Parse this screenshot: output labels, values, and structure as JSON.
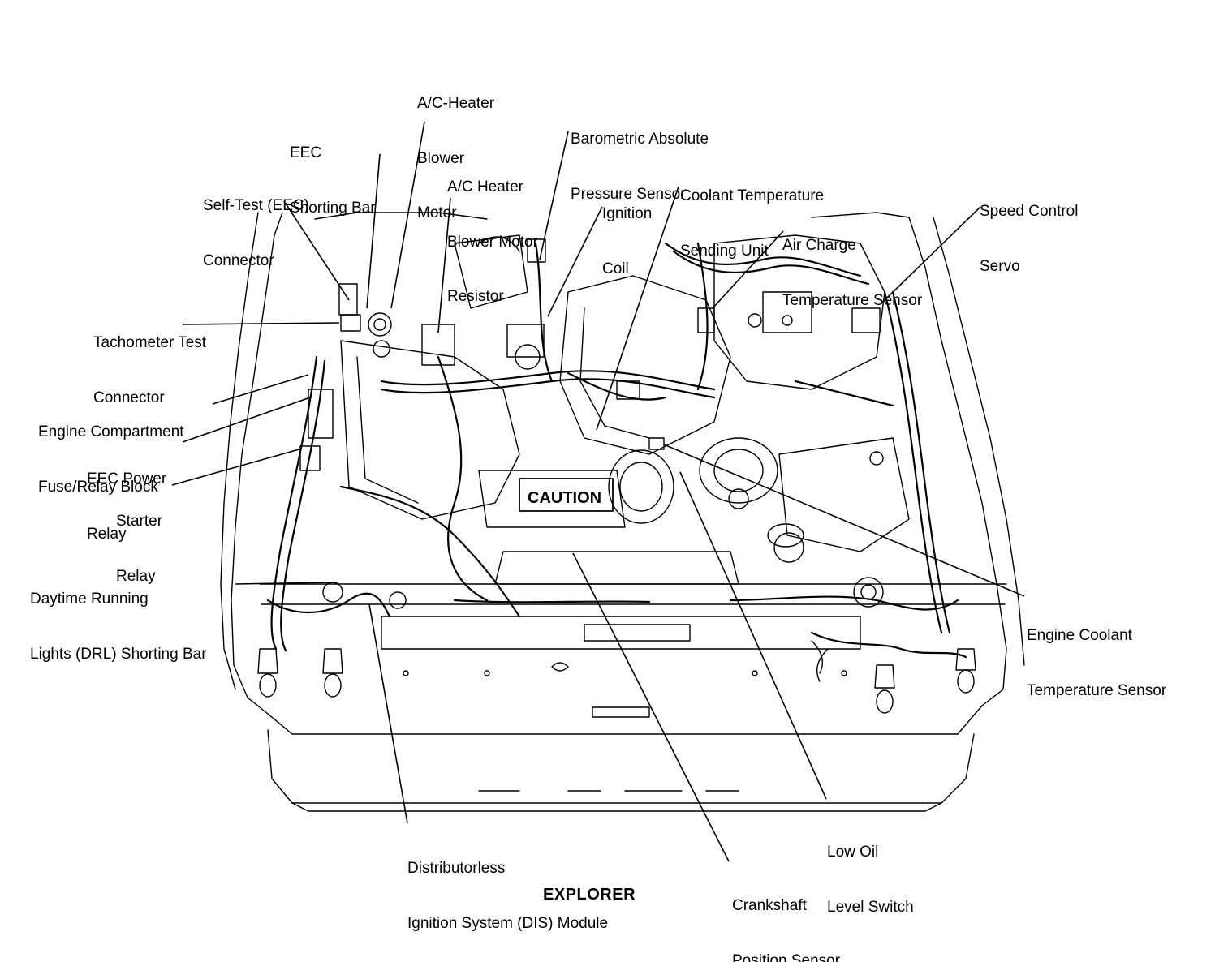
{
  "caption": "EXPLORER",
  "stencil_text": "CAUTION",
  "labels": [
    {
      "id": "ac-heater-blower-motor",
      "lines": [
        "A/C-Heater",
        "Blower",
        "Motor"
      ]
    },
    {
      "id": "eec-shorting-bar",
      "lines": [
        "EEC",
        "Shorting Bar"
      ]
    },
    {
      "id": "barometric-absolute-pressure-sensor",
      "lines": [
        "Barometric Absolute",
        "Pressure Sensor"
      ]
    },
    {
      "id": "ac-heater-blower-motor-resistor",
      "lines": [
        "A/C Heater",
        "Blower Motor",
        "Resistor"
      ]
    },
    {
      "id": "self-test-eec-connector",
      "lines": [
        "Self-Test (EEC)",
        "Connector"
      ]
    },
    {
      "id": "ignition-coil",
      "lines": [
        "Ignition",
        "Coil"
      ]
    },
    {
      "id": "coolant-temperature-sending-unit",
      "lines": [
        "Coolant Temperature",
        "Sending Unit"
      ]
    },
    {
      "id": "speed-control-servo",
      "lines": [
        "Speed Control",
        "Servo"
      ]
    },
    {
      "id": "air-charge-temperature-sensor",
      "lines": [
        "Air Charge",
        "Temperature Sensor"
      ]
    },
    {
      "id": "tachometer-test-connector",
      "lines": [
        "Tachometer Test",
        "Connector"
      ]
    },
    {
      "id": "engine-compartment-fuse-relay-block",
      "lines": [
        "Engine Compartment",
        "Fuse/Relay Block"
      ]
    },
    {
      "id": "eec-power-relay",
      "lines": [
        "EEC Power",
        "Relay"
      ]
    },
    {
      "id": "starter-relay",
      "lines": [
        "Starter",
        "Relay"
      ]
    },
    {
      "id": "drl-shorting-bar",
      "lines": [
        "Daytime Running",
        "Lights (DRL) Shorting Bar"
      ]
    },
    {
      "id": "engine-coolant-temperature-sensor",
      "lines": [
        "Engine Coolant",
        "Temperature Sensor"
      ]
    },
    {
      "id": "low-oil-level-switch",
      "lines": [
        "Low Oil",
        "Level Switch"
      ]
    },
    {
      "id": "dis-module",
      "lines": [
        "Distributorless",
        "Ignition System (DIS) Module"
      ]
    },
    {
      "id": "crankshaft-position-sensor",
      "lines": [
        "Crankshaft",
        "Position Sensor"
      ]
    }
  ]
}
